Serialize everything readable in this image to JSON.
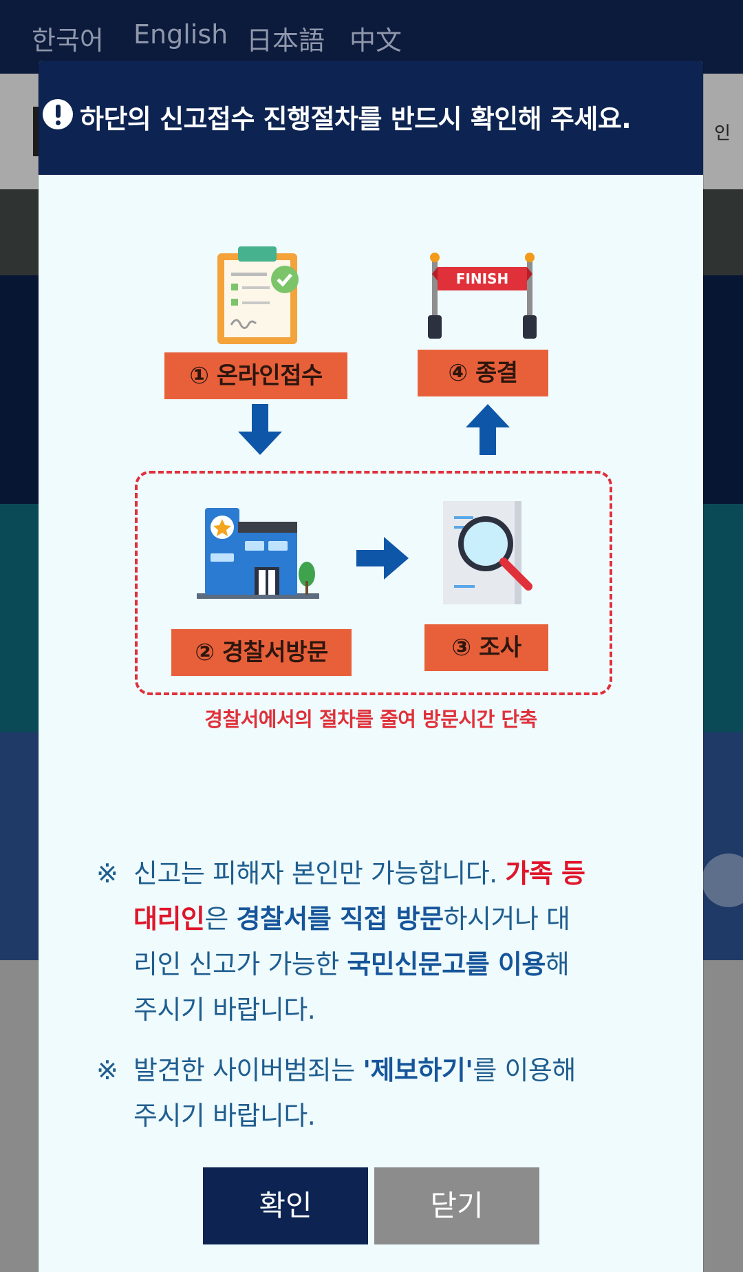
{
  "languages": [
    "한국어",
    "English",
    "日本語",
    "中文"
  ],
  "background": {
    "header_edge_text": "인"
  },
  "modal": {
    "title": "하단의 신고접수 진행절차를 반드시 확인해 주세요.",
    "diagram": {
      "finish_sign": "FINISH",
      "steps": [
        "① 온라인접수",
        "② 경찰서방문",
        "③ 조사",
        "④ 종결"
      ],
      "caption": "경찰서에서의 절차를 줄여 방문시간 단축"
    },
    "notes": [
      {
        "mark": "※",
        "parts": [
          "신고는 피해자 본인만 가능합니다. ",
          "가족 등 대리인",
          "은 ",
          "경찰서를 직접 방문",
          "하시거나 대리인 신고가 가능한 ",
          "국민신문고를 이용",
          "해 주시기 바랍니다."
        ]
      },
      {
        "mark": "※",
        "parts": [
          "발견한 사이버범죄는 ",
          "'제보하기'",
          "를 이용해 주시기 바랍니다."
        ]
      }
    ],
    "buttons": {
      "confirm": "확인",
      "close": "닫기"
    }
  },
  "colors": {
    "navy": "#0d2452",
    "orange": "#e8603a",
    "red": "#e0303a",
    "blue_arrow": "#0e56a8",
    "text_blue": "#1f5d8f"
  }
}
